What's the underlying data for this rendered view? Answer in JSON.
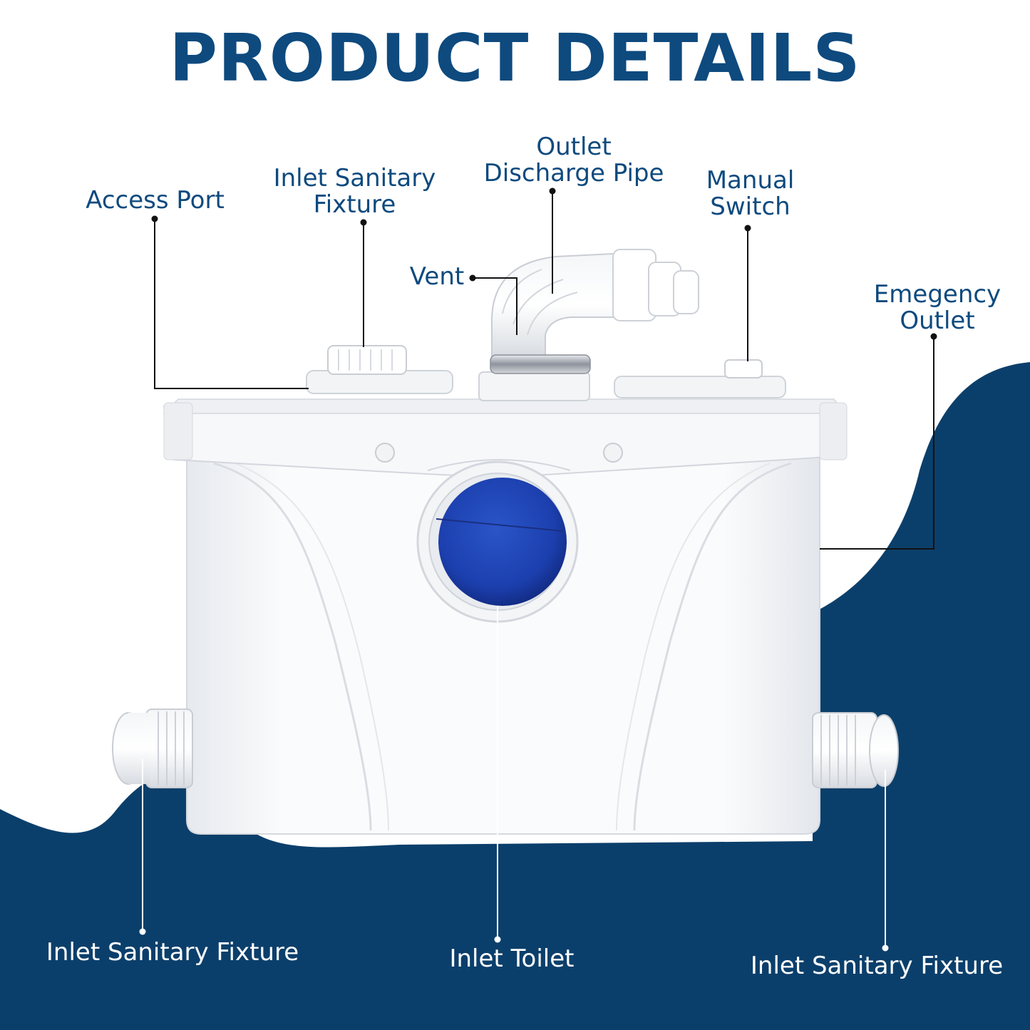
{
  "title": "PRODUCT DETAILS",
  "colors": {
    "navy": "#0b3f6b",
    "label_dark": "#0e4a7e",
    "label_light": "#ffffff",
    "toilet_inlet": "#1c3fae"
  },
  "callouts": {
    "access_port": "Access Port",
    "inlet_sanitary_top": [
      "Inlet Sanitary",
      "Fixture"
    ],
    "outlet_discharge": [
      "Outlet",
      "Discharge Pipe"
    ],
    "manual_switch": [
      "Manual",
      "Switch"
    ],
    "vent": "Vent",
    "emergency_outlet": [
      "Emegency",
      "Outlet"
    ],
    "inlet_sanitary_left": "Inlet Sanitary Fixture",
    "inlet_toilet": "Inlet Toilet",
    "inlet_sanitary_right": "Inlet Sanitary Fixture"
  }
}
